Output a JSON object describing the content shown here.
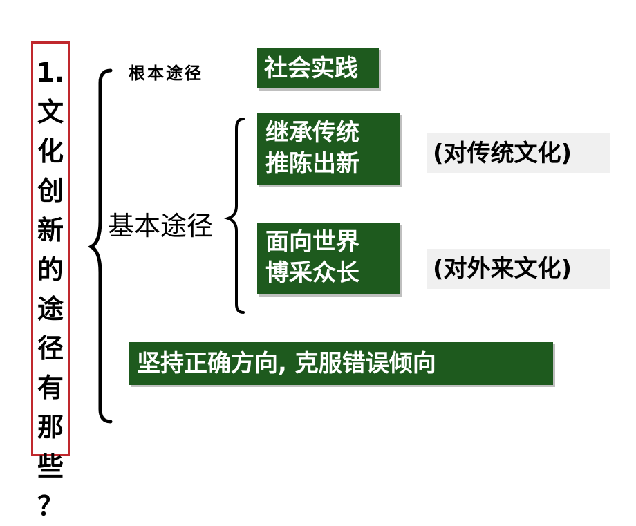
{
  "title": {
    "lines": [
      "1.",
      "文",
      "化",
      "创",
      "新",
      "的",
      "途",
      "径",
      "有",
      "那",
      "些",
      "？"
    ]
  },
  "fundamental": {
    "label": "根本途径",
    "value": "社会实践"
  },
  "basic": {
    "label": "基本途径",
    "item1": {
      "text": "继承传统\n推陈出新",
      "note": "(对传统文化)"
    },
    "item2": {
      "text": "面向世界\n博采众长",
      "note": "(对外来文化)"
    }
  },
  "bottom": {
    "text": "坚持正确方向, 克服错误倾向"
  },
  "colors": {
    "green_box": "#1e5a1e",
    "title_border": "#c0282d",
    "note_bg": "#f0f0f0"
  }
}
